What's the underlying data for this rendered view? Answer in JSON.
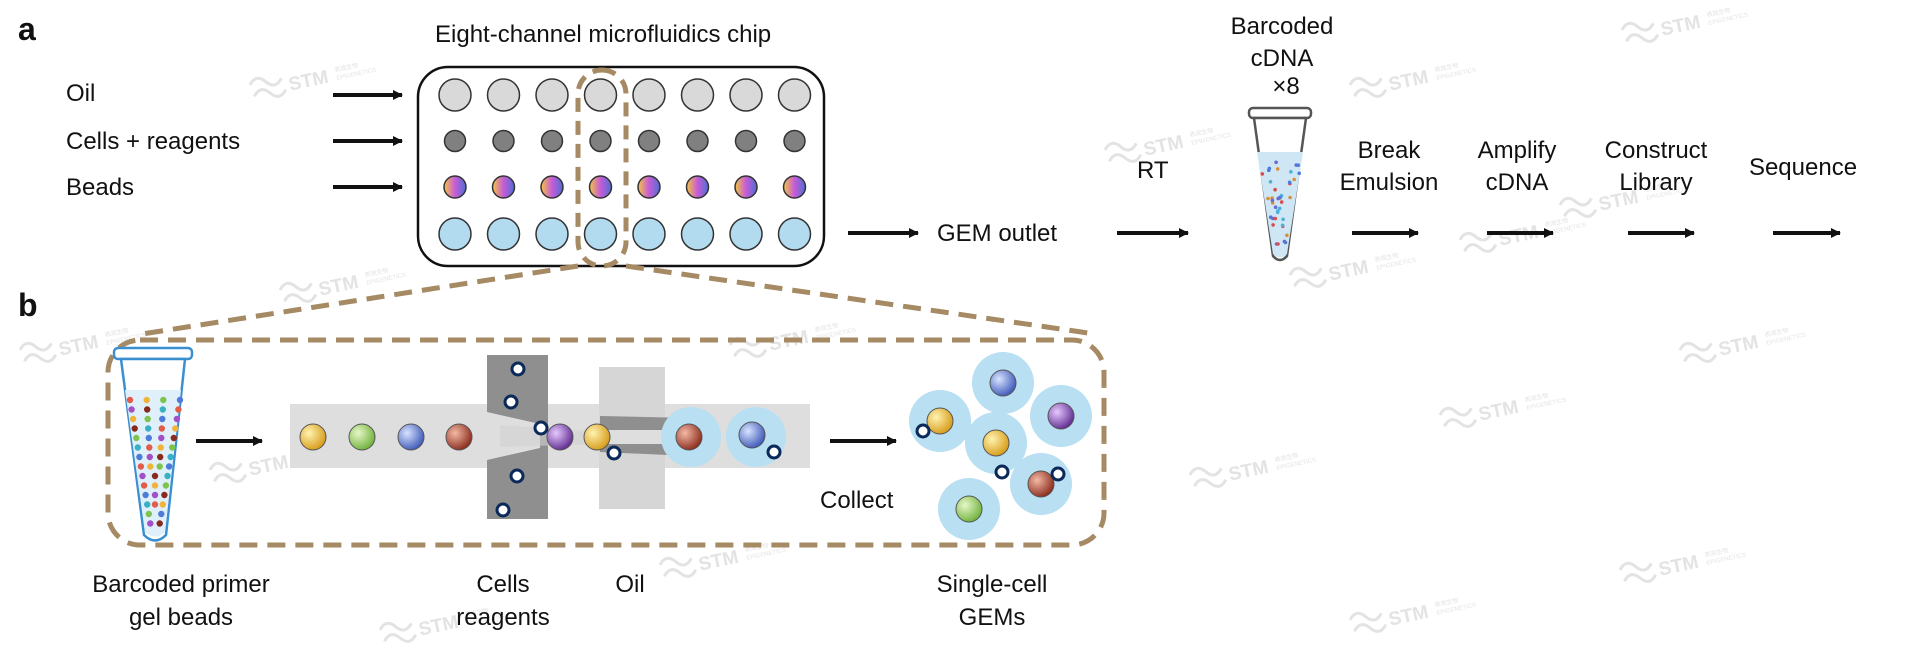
{
  "panel_labels": {
    "a": "a",
    "b": "b"
  },
  "chip": {
    "title": "Eight-channel microfluidics chip",
    "inputs": [
      "Oil",
      "Cells + reagents",
      "Beads"
    ],
    "channel_count": 8
  },
  "workflow": {
    "gem_outlet": "GEM outlet",
    "rt": "RT",
    "barcoded_cdna_line1": "Barcoded",
    "barcoded_cdna_line2": "cDNA",
    "multiplier": "×8",
    "break_line1": "Break",
    "break_line2": "Emulsion",
    "amplify_line1": "Amplify",
    "amplify_line2": "cDNA",
    "construct_line1": "Construct",
    "construct_line2": "Library",
    "sequence": "Sequence"
  },
  "detail": {
    "beads_line1": "Barcoded primer",
    "beads_line2": "gel beads",
    "cells_line1": "Cells",
    "cells_line2": "reagents",
    "oil": "Oil",
    "collect": "Collect",
    "gems_line1": "Single-cell",
    "gems_line2": "GEMs"
  },
  "watermark": {
    "brand": "STM",
    "sub1": "表观生物",
    "sub2": "EPIGENETICS"
  },
  "colors": {
    "frame_dashed": "#a58a64",
    "chip_oil": "#d9d9d9",
    "chip_cells": "#808080",
    "chip_outlet": "#b3dbef",
    "gem": "#b8dff2",
    "channel_grey": "#dedede",
    "junction_dark": "#8f8f8f"
  }
}
